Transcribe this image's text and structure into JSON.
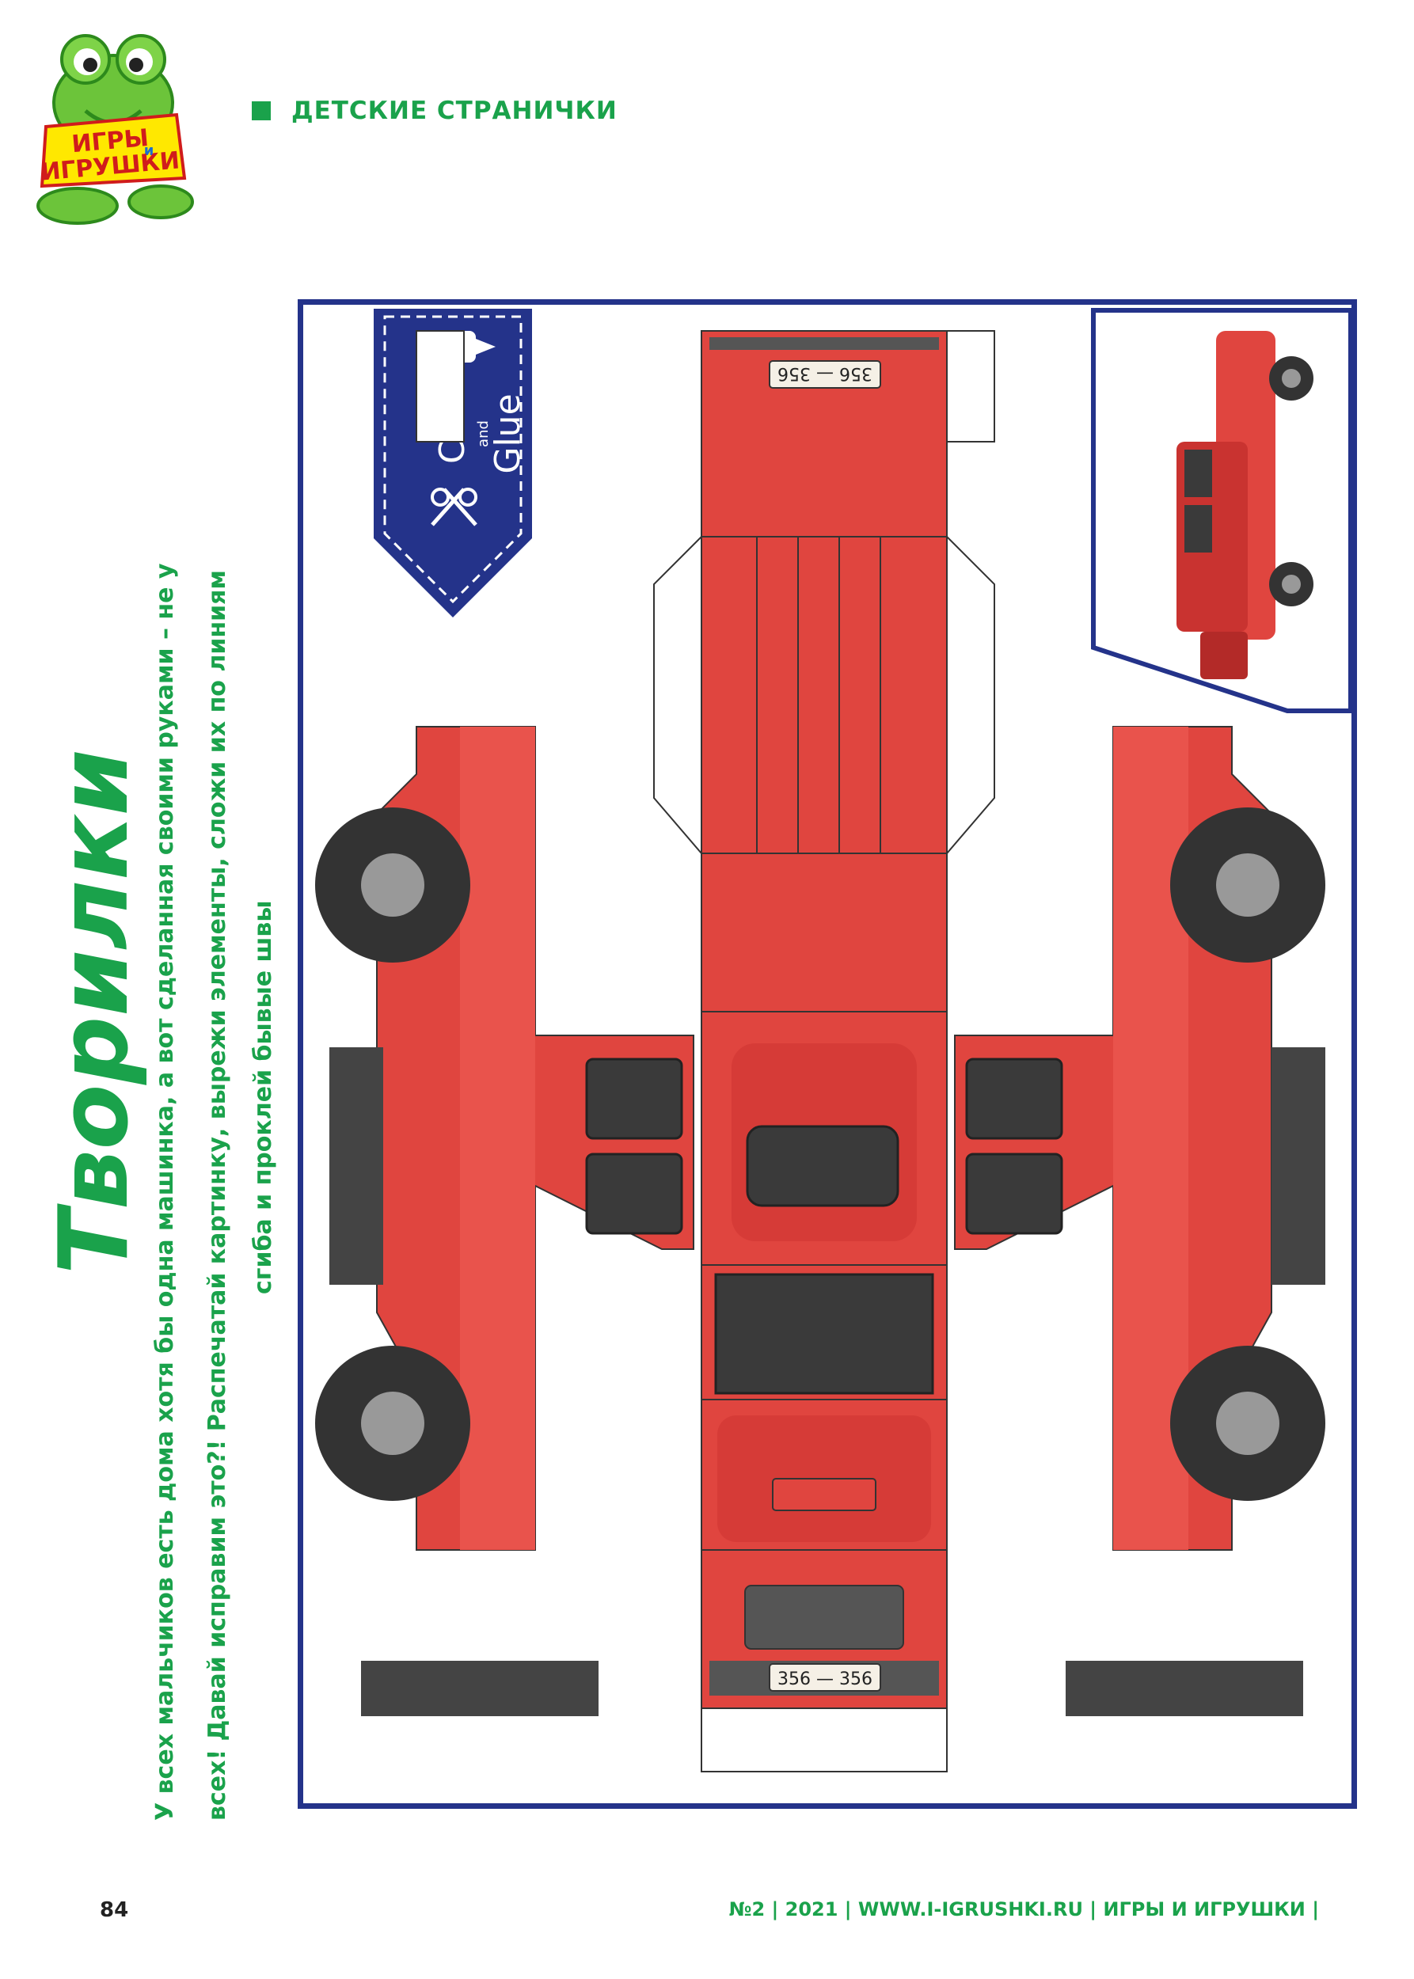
{
  "logo": {
    "text_top": "ИГРЫ",
    "text_small": "и",
    "text_bottom": "ИГРУШКИ"
  },
  "header": {
    "section_title": "ДЕТСКИЕ СТРАНИЧКИ"
  },
  "article": {
    "title": "Творилки",
    "intro_lines": [
      "У всех мальчиков есть дома хотя бы одна машинка, а вот сделанная своими руками – не у",
      "всех! Давай исправим это?! Распечатай картинку, вырежи элементы, сложи их по линиям",
      "сгиба и проклей бывые швы"
    ]
  },
  "badge": {
    "line1": "Cut",
    "line2": "and",
    "line3": "Glue"
  },
  "plates": {
    "top": "356 — 356",
    "bottom": "356 — 356"
  },
  "footer": {
    "page_number": "84",
    "issue_info": "№2 | 2021 | WWW.I-IGRUSHKI.RU | ИГРЫ И ИГРУШКИ |"
  },
  "colors": {
    "accent_green": "#1aa24b",
    "frame_blue": "#24338a",
    "car_red": "#e0453f",
    "car_red_dark": "#c93330",
    "glass": "#3a3a3a",
    "tire": "#333333"
  }
}
